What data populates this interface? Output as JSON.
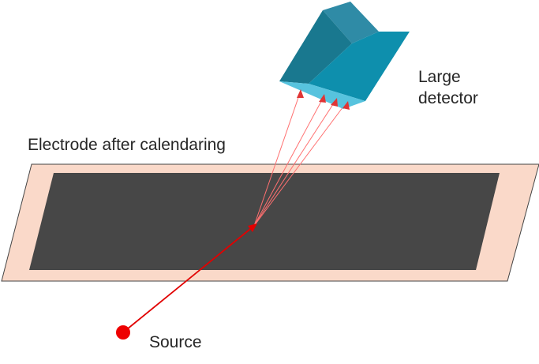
{
  "labels": {
    "electrode": "Electrode after calendaring",
    "detector_line1": "Large",
    "detector_line2": "detector",
    "source": "Source"
  },
  "colors": {
    "background": "#ffffff",
    "electrode_substrate": "#fad9c9",
    "electrode_coating": "#474747",
    "outline": "#444444",
    "detector_top": "#2f8ba6",
    "detector_side": "#19788f",
    "detector_front": "#0e8fad",
    "detector_face": "#57c3de",
    "beam": "#e10000",
    "scatter_ray": "#ff7070",
    "arrow_head": "#e03535",
    "source_dot": "#ee0000"
  },
  "elements": {
    "detector_icon": "box-detector-icon",
    "source_icon": "source-dot-icon"
  }
}
